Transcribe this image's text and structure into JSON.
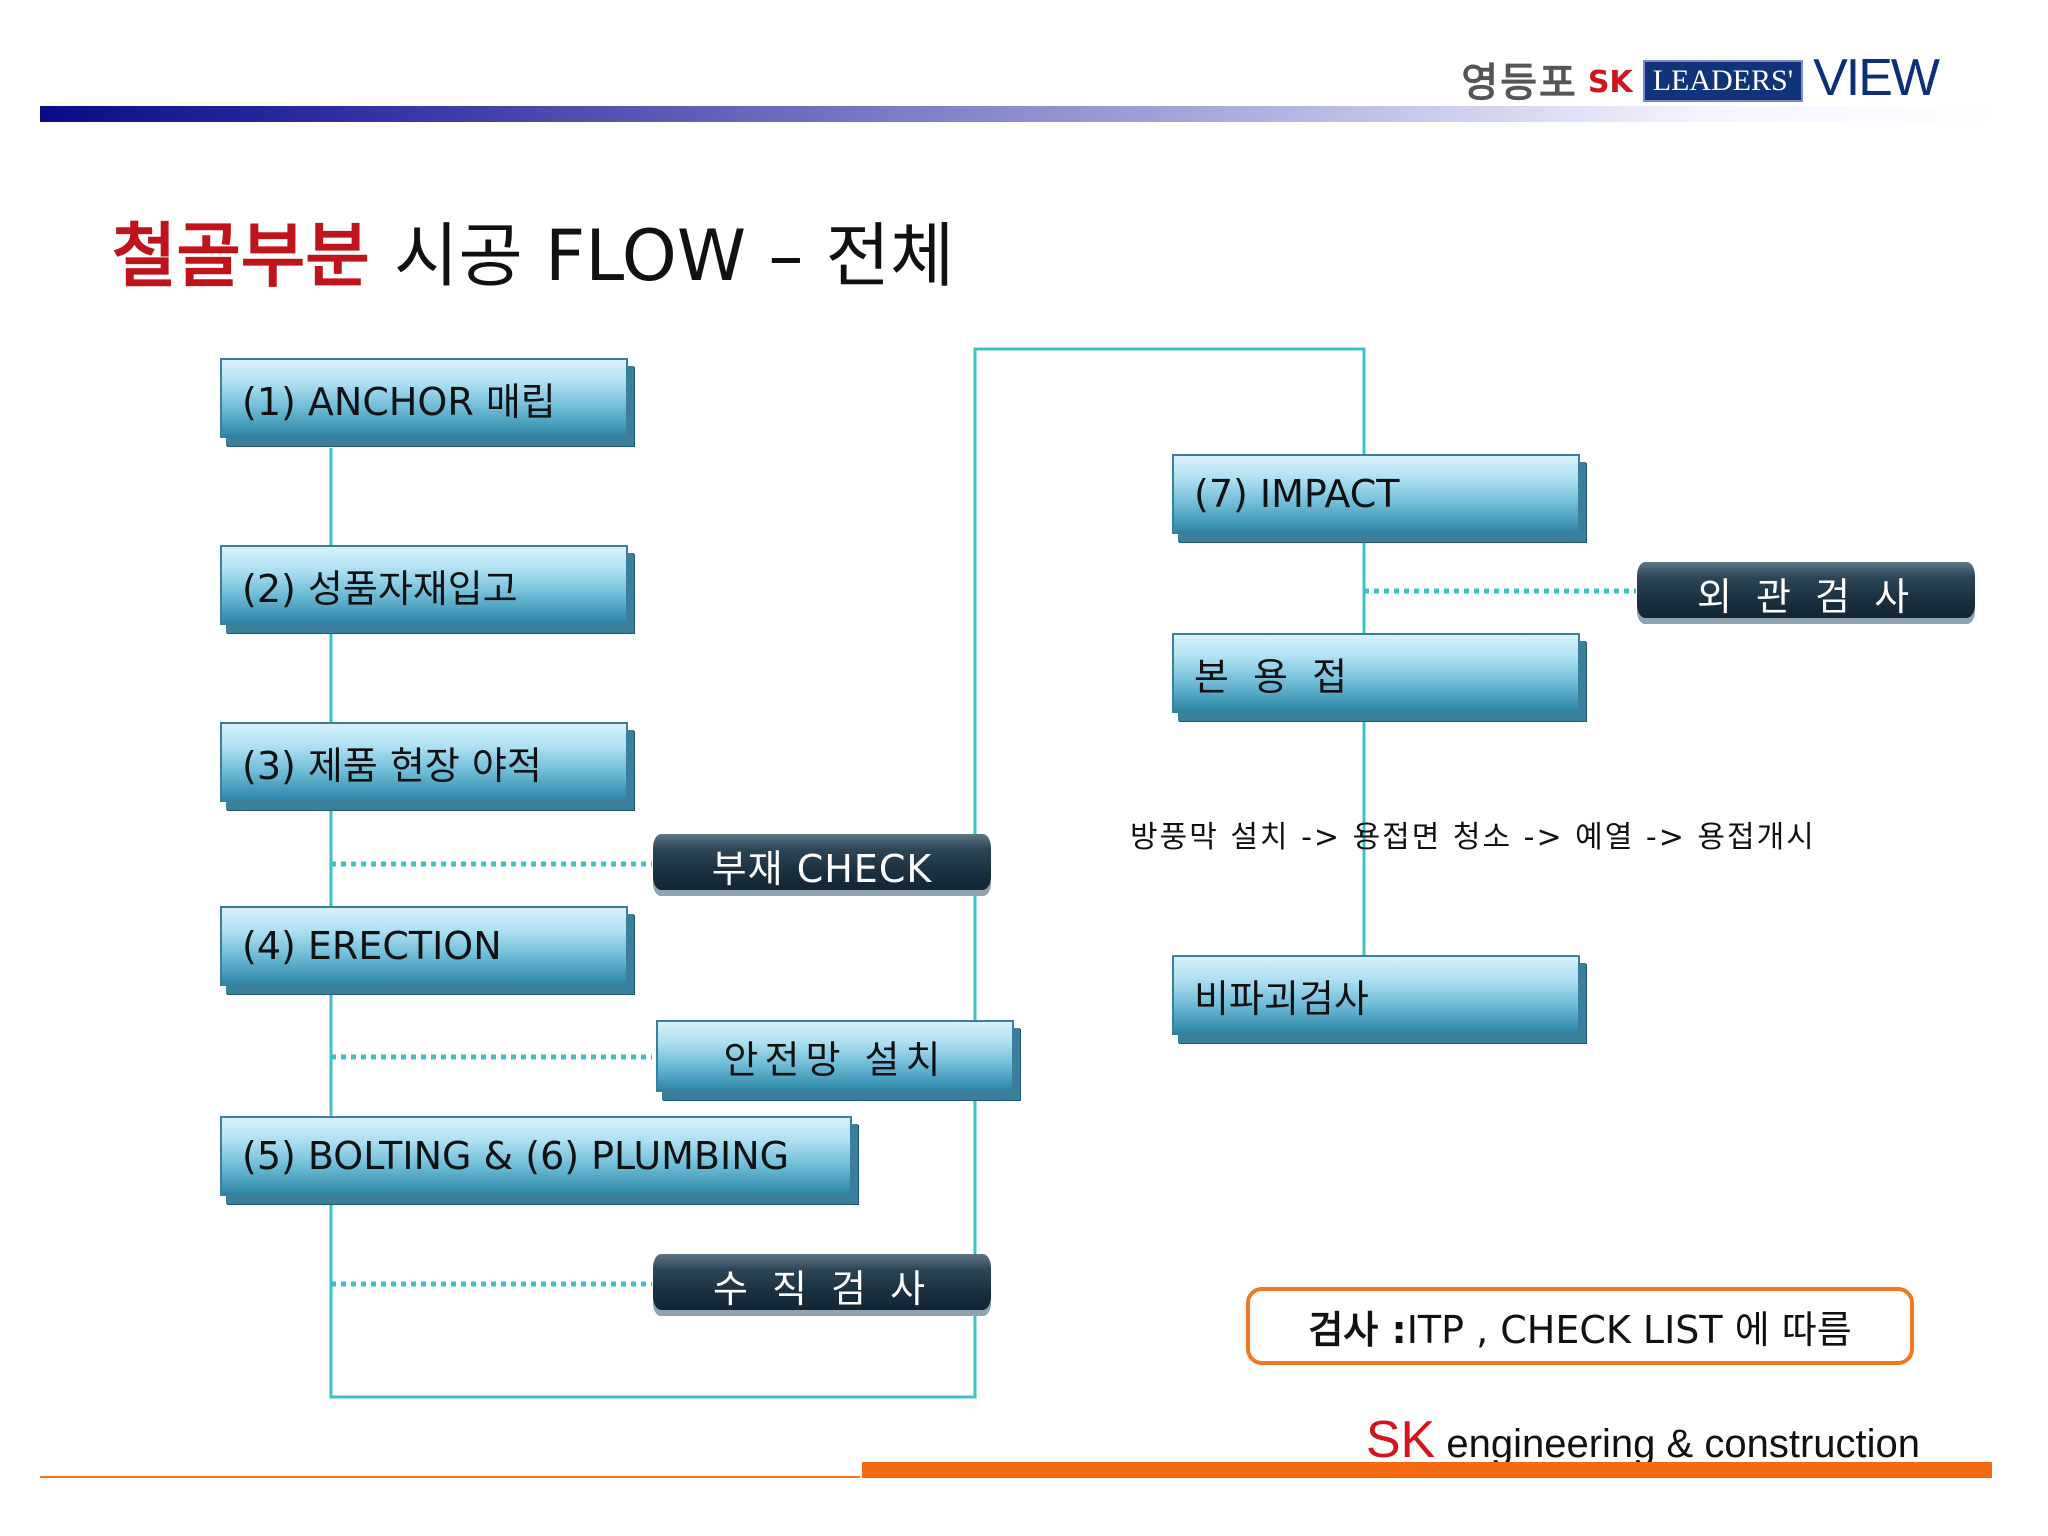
{
  "header": {
    "logo_yeongdeungpo": "영등포",
    "logo_sk": "SK",
    "logo_leaders": "LEADERS'",
    "logo_view": "VIEW"
  },
  "title": {
    "red": "철골부분",
    "black": "시공 FLOW – 전체"
  },
  "steps": {
    "s1": "(1) ANCHOR 매립",
    "s2": "(2) 성품자재입고",
    "s3": "(3) 제품 현장 야적",
    "s4": "(4) ERECTION",
    "s5": "(5) BOLTING & (6) PLUMBING",
    "s7": "(7) IMPACT",
    "main_weld": "본 용 접",
    "ndt": "비파괴검사"
  },
  "checks": {
    "member_check": "부재 CHECK",
    "safety_net": "안전망 설치",
    "vertical_inspect": "수 직 검 사",
    "visual_inspect": "외 관 검 사"
  },
  "weld_note": "방풍막 설치 ->  용접면 청소  ->  예열  ->  용접개시",
  "inspection": {
    "label": "검사 :",
    "text": " ITP , CHECK  LIST 에 따름"
  },
  "footer": {
    "sk": "SK",
    "rest": " engineering & construction"
  },
  "colors": {
    "title_red": "#c0141c",
    "connector_teal": "#3fc0c6",
    "accent_orange": "#f46a10",
    "header_blue": "#0b0b8a"
  }
}
